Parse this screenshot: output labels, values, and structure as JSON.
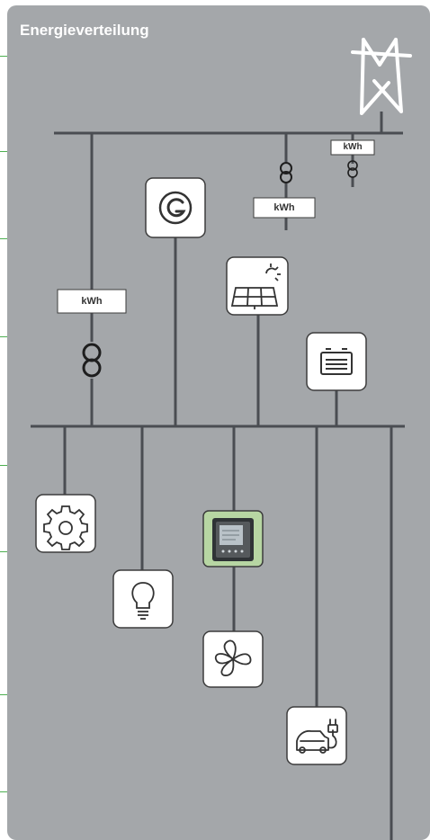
{
  "title": "Energieverteilung",
  "meter_label": "kWh",
  "icons": {
    "pylon": "power-pylon-icon",
    "generator": "generator-icon",
    "solar": "solar-panel-icon",
    "battery": "battery-icon",
    "machine": "gear-icon",
    "lighting": "light-bulb-icon",
    "meter": "power-meter-device",
    "ventilation": "fan-icon",
    "ev": "ev-charger-icon",
    "transformer": "transformer-icon"
  },
  "colors": {
    "panel": "#a4a7aa",
    "line": "#4a4d52",
    "box_border": "#3c3c3c",
    "meter_bg": "#b7d6a3",
    "accent": "#4caf50"
  }
}
